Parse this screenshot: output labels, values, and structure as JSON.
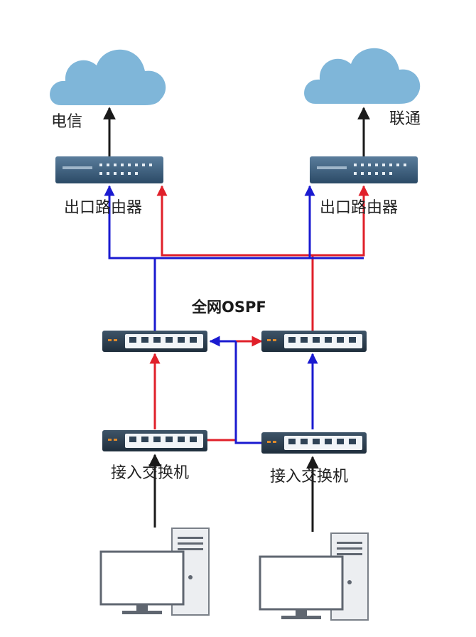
{
  "diagram": {
    "isp_left": "电信",
    "isp_right": "联通",
    "router_left_label": "出口路由器",
    "router_right_label": "出口路由器",
    "core_label": "全网OSPF",
    "access_left_label": "接入交换机",
    "access_right_label": "接入交换机"
  },
  "colors": {
    "cloud": "#7fb6d9",
    "red_path": "#e0202a",
    "blue_path": "#1a1ad0",
    "uplink": "#1a1a1a",
    "router_body": "#3c5f80",
    "switch_body": "#2f4356"
  },
  "icons": [
    "cloud-icon",
    "router-icon",
    "switch-icon",
    "computer-icon"
  ]
}
